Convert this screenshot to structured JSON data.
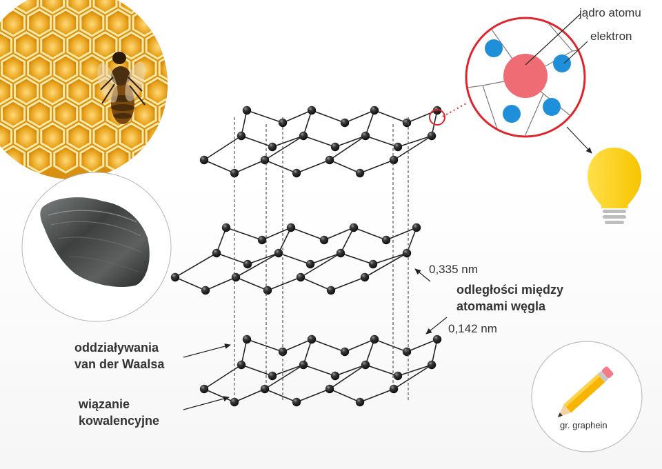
{
  "labels": {
    "nucleus": "jądro atomu",
    "electron": "elektron",
    "interlayer_distance": "0,335 nm",
    "distances_title": [
      "odległości między",
      "atomami węgla"
    ],
    "bond_distance": "0,142 nm",
    "van_der_waals": [
      "oddziaływania",
      "van der Waalsa"
    ],
    "covalent": [
      "wiązanie",
      "kowalencyjne"
    ],
    "etymology": "gr. graphein"
  },
  "icons": {
    "honeycomb": "honeycomb-with-bee-photo",
    "graphite": "graphite-mineral-photo",
    "atom_zoom": "atom-zoom-icon",
    "bulb": "light-bulb-icon",
    "pencil": "pencil-icon"
  },
  "colors": {
    "atom": "#1a1a1a",
    "bond": "#222222",
    "highlight": "#e0242c",
    "nucleus": "#f06c74",
    "electron": "#1e8fd8",
    "bulb": "#ffd21f",
    "honey": "#f2b227",
    "text": "#333333"
  }
}
